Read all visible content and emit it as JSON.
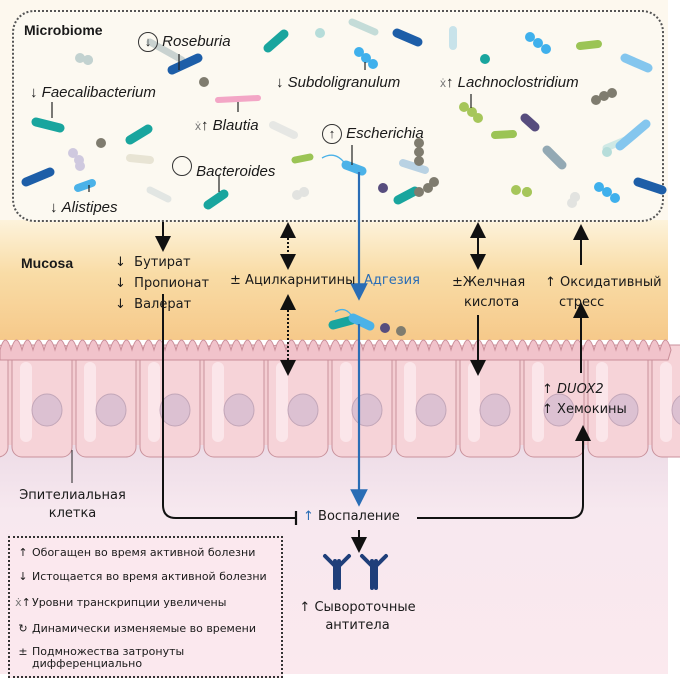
{
  "sections": {
    "microbiome": "Microbiome",
    "mucosa": "Mucosa"
  },
  "taxa": [
    {
      "symbol": "↓",
      "symbol_icon": "dynamic-down-icon",
      "name": "Roseburia"
    },
    {
      "symbol": "↓",
      "symbol_icon": "down-arrow-icon",
      "name": "Faecalibacterium"
    },
    {
      "symbol": "↓",
      "symbol_icon": "down-arrow-icon",
      "name": "Subdoligranulum"
    },
    {
      "symbol": "↑",
      "symbol_icon": "dna-up-icon",
      "name": "Lachnoclostridium"
    },
    {
      "symbol": "↑",
      "symbol_icon": "dna-up-icon",
      "name": "Blautia"
    },
    {
      "symbol": "↑",
      "symbol_icon": "dynamic-up-icon",
      "name": "Escherichia"
    },
    {
      "symbol": "",
      "symbol_icon": "dynamic-icon",
      "name": "Bacteroides"
    },
    {
      "symbol": "↓",
      "symbol_icon": "down-arrow-icon",
      "name": "Alistipes"
    }
  ],
  "metabolites": {
    "scfa": [
      {
        "symbol": "↓",
        "label": "Бутират"
      },
      {
        "symbol": "↓",
        "label": "Пропионат"
      },
      {
        "symbol": "↓",
        "label": "Валерат"
      }
    ],
    "acylcarnitines": {
      "symbol": "±",
      "label": "Ацилкарнитины"
    },
    "adhesion": "Адгезия",
    "bile_acid": {
      "symbol": "±",
      "line1": "Желчная",
      "line2": "кислота"
    },
    "oxidative_stress": {
      "symbol": "↑",
      "line1": "Оксидативный",
      "line2": "стресс"
    }
  },
  "host": {
    "duox2": {
      "symbol": "↑",
      "label": "DUOX2"
    },
    "chemokines": {
      "symbol": "↑",
      "label": "Хемокины"
    },
    "epithelial_cell": {
      "line1": "Эпителиальная",
      "line2": "клетка"
    },
    "inflammation": {
      "symbol": "↑",
      "label": "Воспаление"
    },
    "serum_antibodies": {
      "symbol": "↑",
      "line1": "Сывороточные",
      "line2": "антитела"
    }
  },
  "legend": [
    {
      "symbol": "↑",
      "icon": "up-arrow-icon",
      "label": "Обогащен во время активной болезни"
    },
    {
      "symbol": "↓",
      "icon": "down-arrow-icon",
      "label": "Истощается во время активной болезни"
    },
    {
      "symbol": "↑",
      "icon": "dna-up-icon",
      "label": "Уровни транскрипции увеличены"
    },
    {
      "symbol": "↻",
      "icon": "dynamic-icon",
      "label": "Динамически изменяемые во времени"
    },
    {
      "symbol": "±",
      "icon": "plus-minus-icon",
      "label": "Подмножества затронуты",
      "label2": "дифференциально"
    }
  ],
  "colors": {
    "adhesion_blue": "#2a6db5",
    "antibody": "#1f3f7a",
    "epithelium": "#f4cdd2"
  }
}
